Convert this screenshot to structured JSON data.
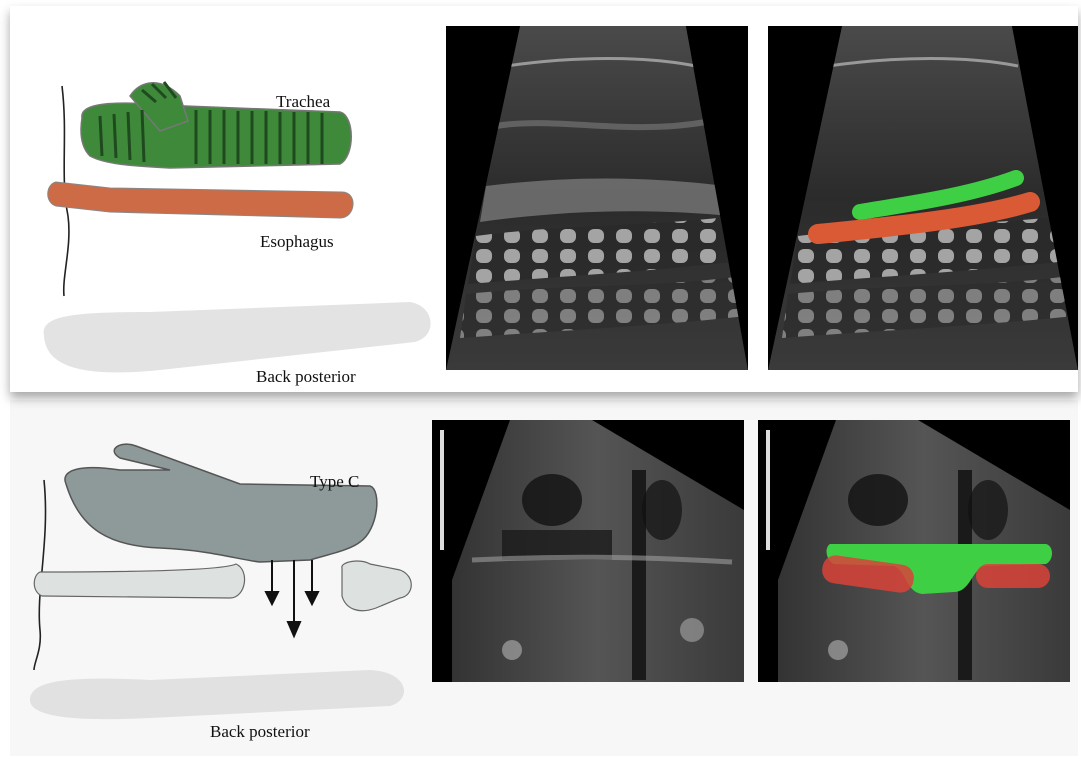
{
  "top_panel": {
    "diagram_labels": {
      "trachea": "Trachea",
      "esophagus": "Esophagus",
      "back": "Back posterior"
    }
  },
  "bottom_panel": {
    "diagram_labels": {
      "type": "Type C",
      "back": "Back posterior"
    }
  },
  "colors": {
    "trachea_green": "#3f8a3a",
    "esophagus_orange": "#d06a45",
    "overlay_green": "#3fcf45",
    "overlay_red": "#d9433a",
    "grey_trachea": "#8e9a99",
    "light_grey": "#dcdcdc"
  }
}
